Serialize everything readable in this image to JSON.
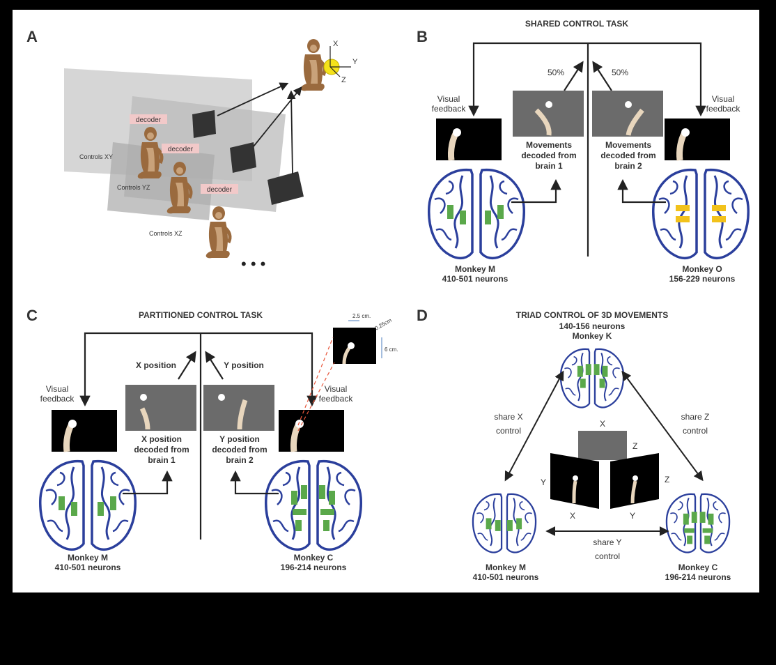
{
  "panelA": {
    "letter": "A",
    "axes": {
      "x": "X",
      "y": "Y",
      "z": "Z"
    },
    "decoder": "decoder",
    "controls": [
      "Controls XY",
      "Controls YZ",
      "Controls XZ"
    ]
  },
  "panelB": {
    "letter": "B",
    "title": "SHARED CONTROL TASK",
    "pct_left": "50%",
    "pct_right": "50%",
    "feedback_left": [
      "Visual",
      "feedback"
    ],
    "feedback_right": [
      "Visual",
      "feedback"
    ],
    "decoded_left": [
      "Movements",
      "decoded from",
      "brain 1"
    ],
    "decoded_right": [
      "Movements",
      "decoded from",
      "brain 2"
    ],
    "monkey_left": [
      "Monkey M",
      "410-501 neurons"
    ],
    "monkey_right": [
      "Monkey O",
      "156-229 neurons"
    ]
  },
  "panelC": {
    "letter": "C",
    "title": "PARTITIONED CONTROL TASK",
    "xpos": "X position",
    "ypos": "Y position",
    "feedback_left": [
      "Visual",
      "feedback"
    ],
    "feedback_right": [
      "Visual",
      "feedback"
    ],
    "decoded_left": [
      "X position",
      "decoded from",
      "brain 1"
    ],
    "decoded_right": [
      "Y position",
      "decoded from",
      "brain 2"
    ],
    "monkey_left": [
      "Monkey M",
      "410-501 neurons"
    ],
    "monkey_right": [
      "Monkey C",
      "196-214 neurons"
    ],
    "dims": {
      "width": "2.5 cm.",
      "target": "0.25cm",
      "height": "6 cm."
    }
  },
  "panelD": {
    "letter": "D",
    "title": "TRIAD CONTROL OF 3D MOVEMENTS",
    "top_monkey": [
      "140-156 neurons",
      "Monkey K"
    ],
    "share_x": [
      "share X",
      "control"
    ],
    "share_z": [
      "share Z",
      "control"
    ],
    "share_y": [
      "share Y",
      "control"
    ],
    "axes": {
      "x1": "X",
      "z1": "Z",
      "y2": "Y",
      "x2": "X",
      "z3": "Z",
      "y3": "Y"
    },
    "monkey_left": [
      "Monkey M",
      "410-501 neurons"
    ],
    "monkey_right": [
      "Monkey C",
      "196-214 neurons"
    ]
  },
  "colors": {
    "brain": "#2b3f9c",
    "electrode_green": "#5aa84a",
    "electrode_yellow": "#f2c21b",
    "monkey": "#9a6a3e",
    "target": "#f5e21a"
  }
}
